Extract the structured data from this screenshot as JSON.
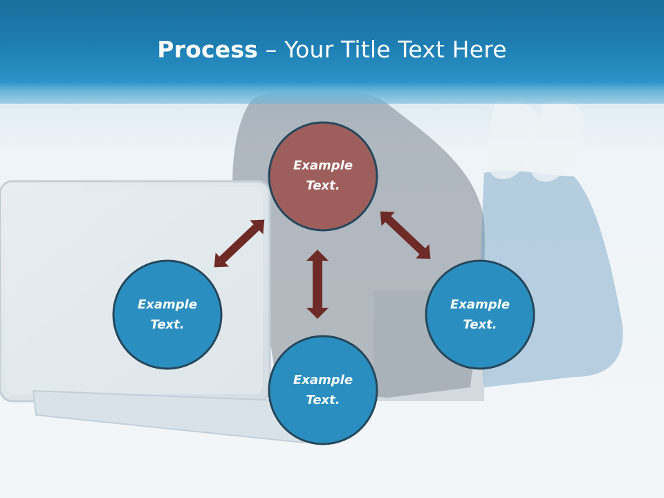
{
  "slide": {
    "title_bold": "Process",
    "title_rest": " – Your Title Text Here",
    "nodes": [
      {
        "line1": "Example",
        "line2": "Text.",
        "color": "#9e5f5c",
        "role": "center-top"
      },
      {
        "line1": "Example",
        "line2": "Text.",
        "color": "#2a8fc0",
        "role": "left"
      },
      {
        "line1": "Example",
        "line2": "Text.",
        "color": "#2a8fc0",
        "role": "right"
      },
      {
        "line1": "Example",
        "line2": "Text.",
        "color": "#2a8fc0",
        "role": "bottom"
      }
    ],
    "colors": {
      "header": "#1d7cb0",
      "arrow": "#6e2a27",
      "circle_border": "#25475b"
    }
  }
}
